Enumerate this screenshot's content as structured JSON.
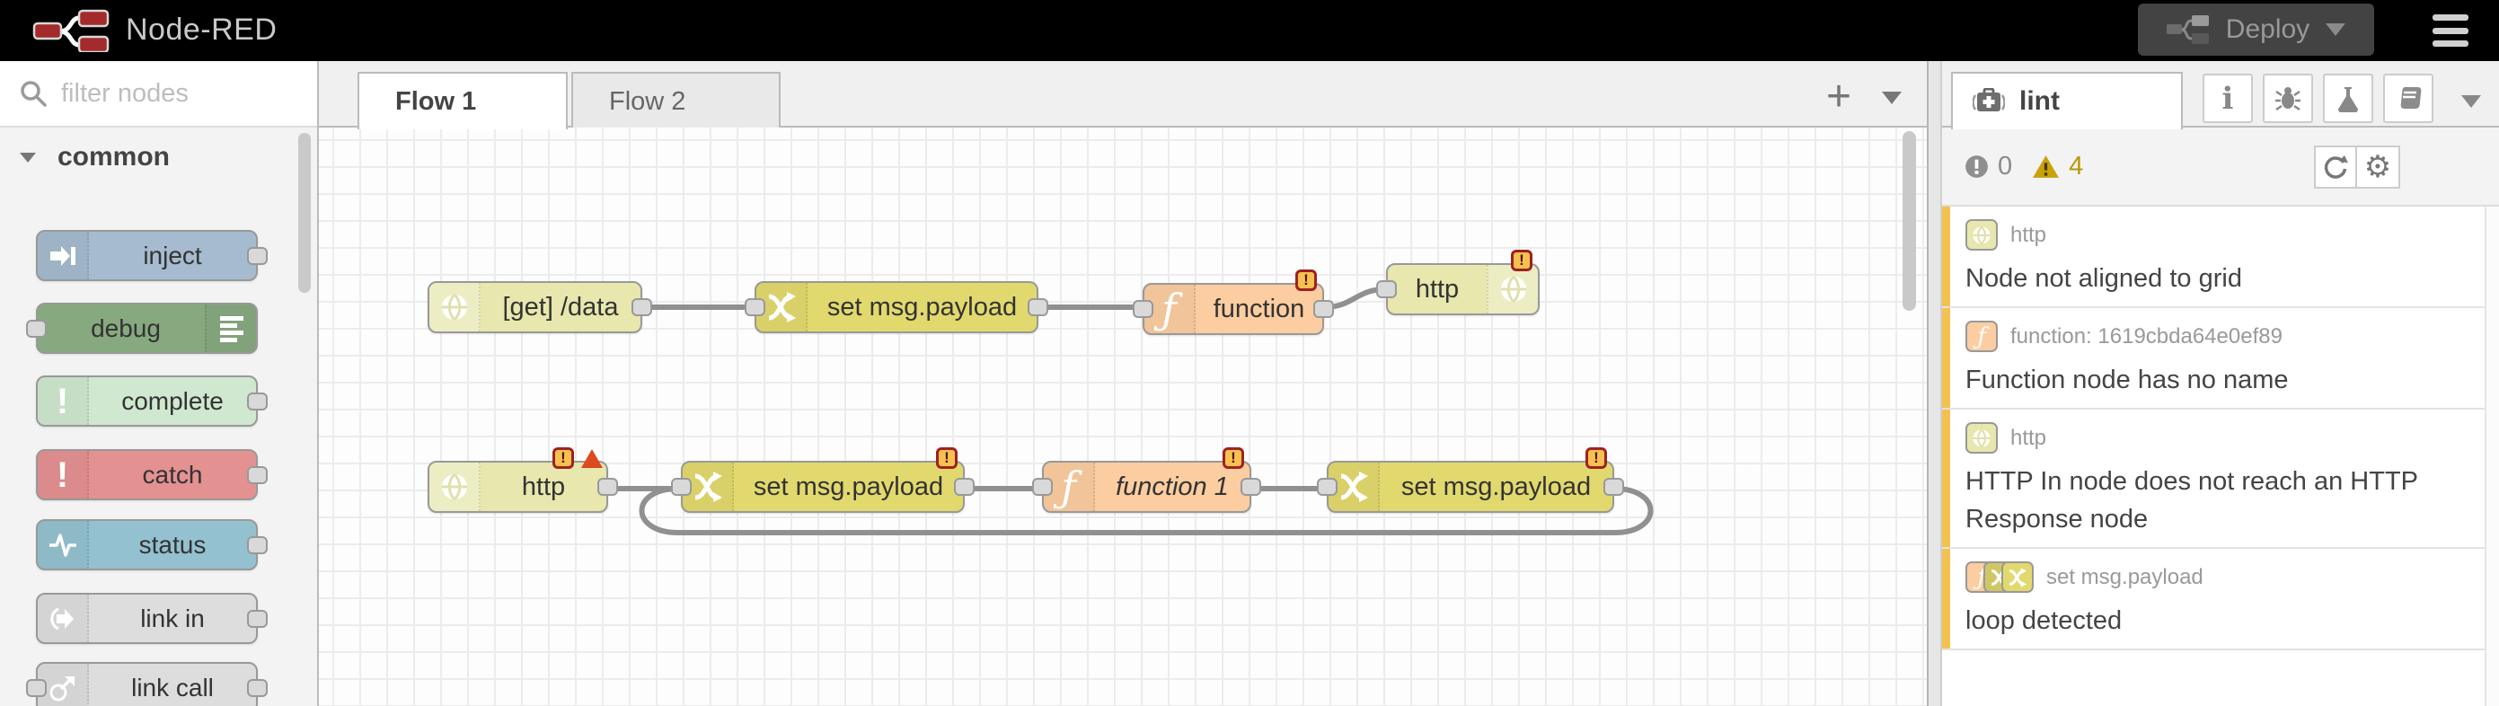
{
  "header": {
    "title": "Node-RED",
    "deploy": {
      "label": "Deploy"
    },
    "menu_icon": "hamburger-icon"
  },
  "palette": {
    "search_placeholder": "filter nodes",
    "category_label": "common",
    "items": [
      {
        "label": "inject",
        "color": "#a6bbcf",
        "icon": "inject-arrow-icon",
        "ports": "out"
      },
      {
        "label": "debug",
        "color": "#87a980",
        "icon": "list-lines-icon",
        "ports": "in"
      },
      {
        "label": "complete",
        "color": "#cfe8cf",
        "icon": "exclamation-icon",
        "ports": "out"
      },
      {
        "label": "catch",
        "color": "#e49191",
        "icon": "exclamation-icon",
        "ports": "out"
      },
      {
        "label": "status",
        "color": "#94c1d0",
        "icon": "pulse-icon",
        "ports": "out"
      },
      {
        "label": "link in",
        "color": "#dddddd",
        "icon": "link-in-icon",
        "ports": "out"
      },
      {
        "label": "link call",
        "color": "#dddddd",
        "icon": "link-call-icon",
        "ports": "both"
      }
    ]
  },
  "workspace": {
    "tabs": [
      {
        "label": "Flow 1",
        "active": true
      },
      {
        "label": "Flow 2",
        "active": false
      }
    ],
    "add_tab_label": "+",
    "badge_glyph": "!",
    "nodes": [
      {
        "label": "[get] /data",
        "type": "http in",
        "badge": false
      },
      {
        "label": "set msg.payload",
        "type": "change",
        "badge": false
      },
      {
        "label": "function",
        "type": "function",
        "badge": true
      },
      {
        "label": "http",
        "type": "http response",
        "badge": true
      },
      {
        "label": "http",
        "type": "http in",
        "badge": true,
        "error_triangle": true
      },
      {
        "label": "set msg.payload",
        "type": "change",
        "badge": true
      },
      {
        "label": "function 1",
        "type": "function",
        "badge": true
      },
      {
        "label": "set msg.payload",
        "type": "change",
        "badge": true
      }
    ]
  },
  "sidebar": {
    "active_tab_label": "lint",
    "error_count": "0",
    "warning_count": "4",
    "issues": [
      {
        "node_label": "http",
        "message": "Node not aligned to grid",
        "icons": [
          "http-in"
        ]
      },
      {
        "node_label": "function: 1619cbda64e0ef89",
        "message": "Function node has no name",
        "icons": [
          "function"
        ]
      },
      {
        "node_label": "http",
        "message": "HTTP In node does not reach an HTTP Response node",
        "icons": [
          "http-in"
        ]
      },
      {
        "node_label": "set msg.payload",
        "message": "loop detected",
        "icons": [
          "function",
          "change",
          "change"
        ]
      }
    ]
  },
  "colors": {
    "http_node": "#e7e7ae",
    "change_node": "#e2d96e",
    "function_node": "#fbcda0",
    "inject_node": "#a6bbcf",
    "debug_node": "#87a980",
    "complete_node": "#cfe8cf",
    "catch_node": "#e49191",
    "status_node": "#94c1d0",
    "link_node": "#dddddd",
    "warning_count": "#b99708",
    "badge_fill": "#f6c151",
    "badge_border": "#9e2222",
    "error_triangle": "#dc4a1e",
    "wire": "#909090",
    "lint_stripe": "#f3c14d",
    "header_bg": "#000000"
  }
}
